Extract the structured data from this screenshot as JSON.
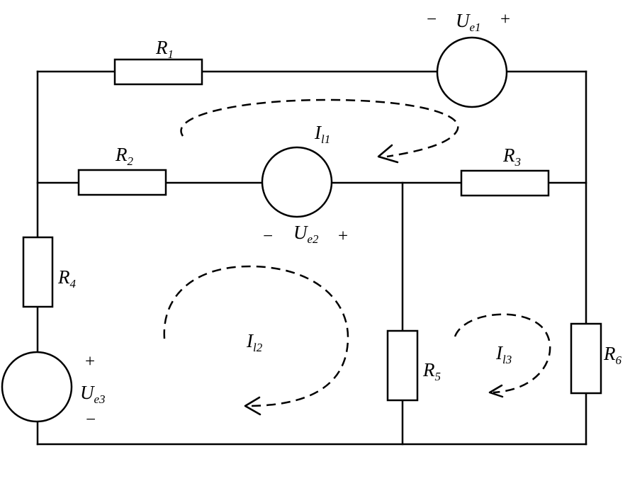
{
  "resistors": {
    "r1": {
      "letter": "R",
      "sub": "1"
    },
    "r2": {
      "letter": "R",
      "sub": "2"
    },
    "r3": {
      "letter": "R",
      "sub": "3"
    },
    "r4": {
      "letter": "R",
      "sub": "4"
    },
    "r5": {
      "letter": "R",
      "sub": "5"
    },
    "r6": {
      "letter": "R",
      "sub": "6"
    }
  },
  "sources": {
    "ue1": {
      "letter": "U",
      "sub": "e1",
      "minus": "−",
      "plus": "+"
    },
    "ue2": {
      "letter": "U",
      "sub": "e2",
      "minus": "−",
      "plus": "+"
    },
    "ue3": {
      "letter": "U",
      "sub": "e3",
      "minus": "−",
      "plus": "+"
    }
  },
  "loops": {
    "il1": {
      "letter": "I",
      "sub": "l1"
    },
    "il2": {
      "letter": "I",
      "sub": "l2"
    },
    "il3": {
      "letter": "I",
      "sub": "l3"
    }
  }
}
